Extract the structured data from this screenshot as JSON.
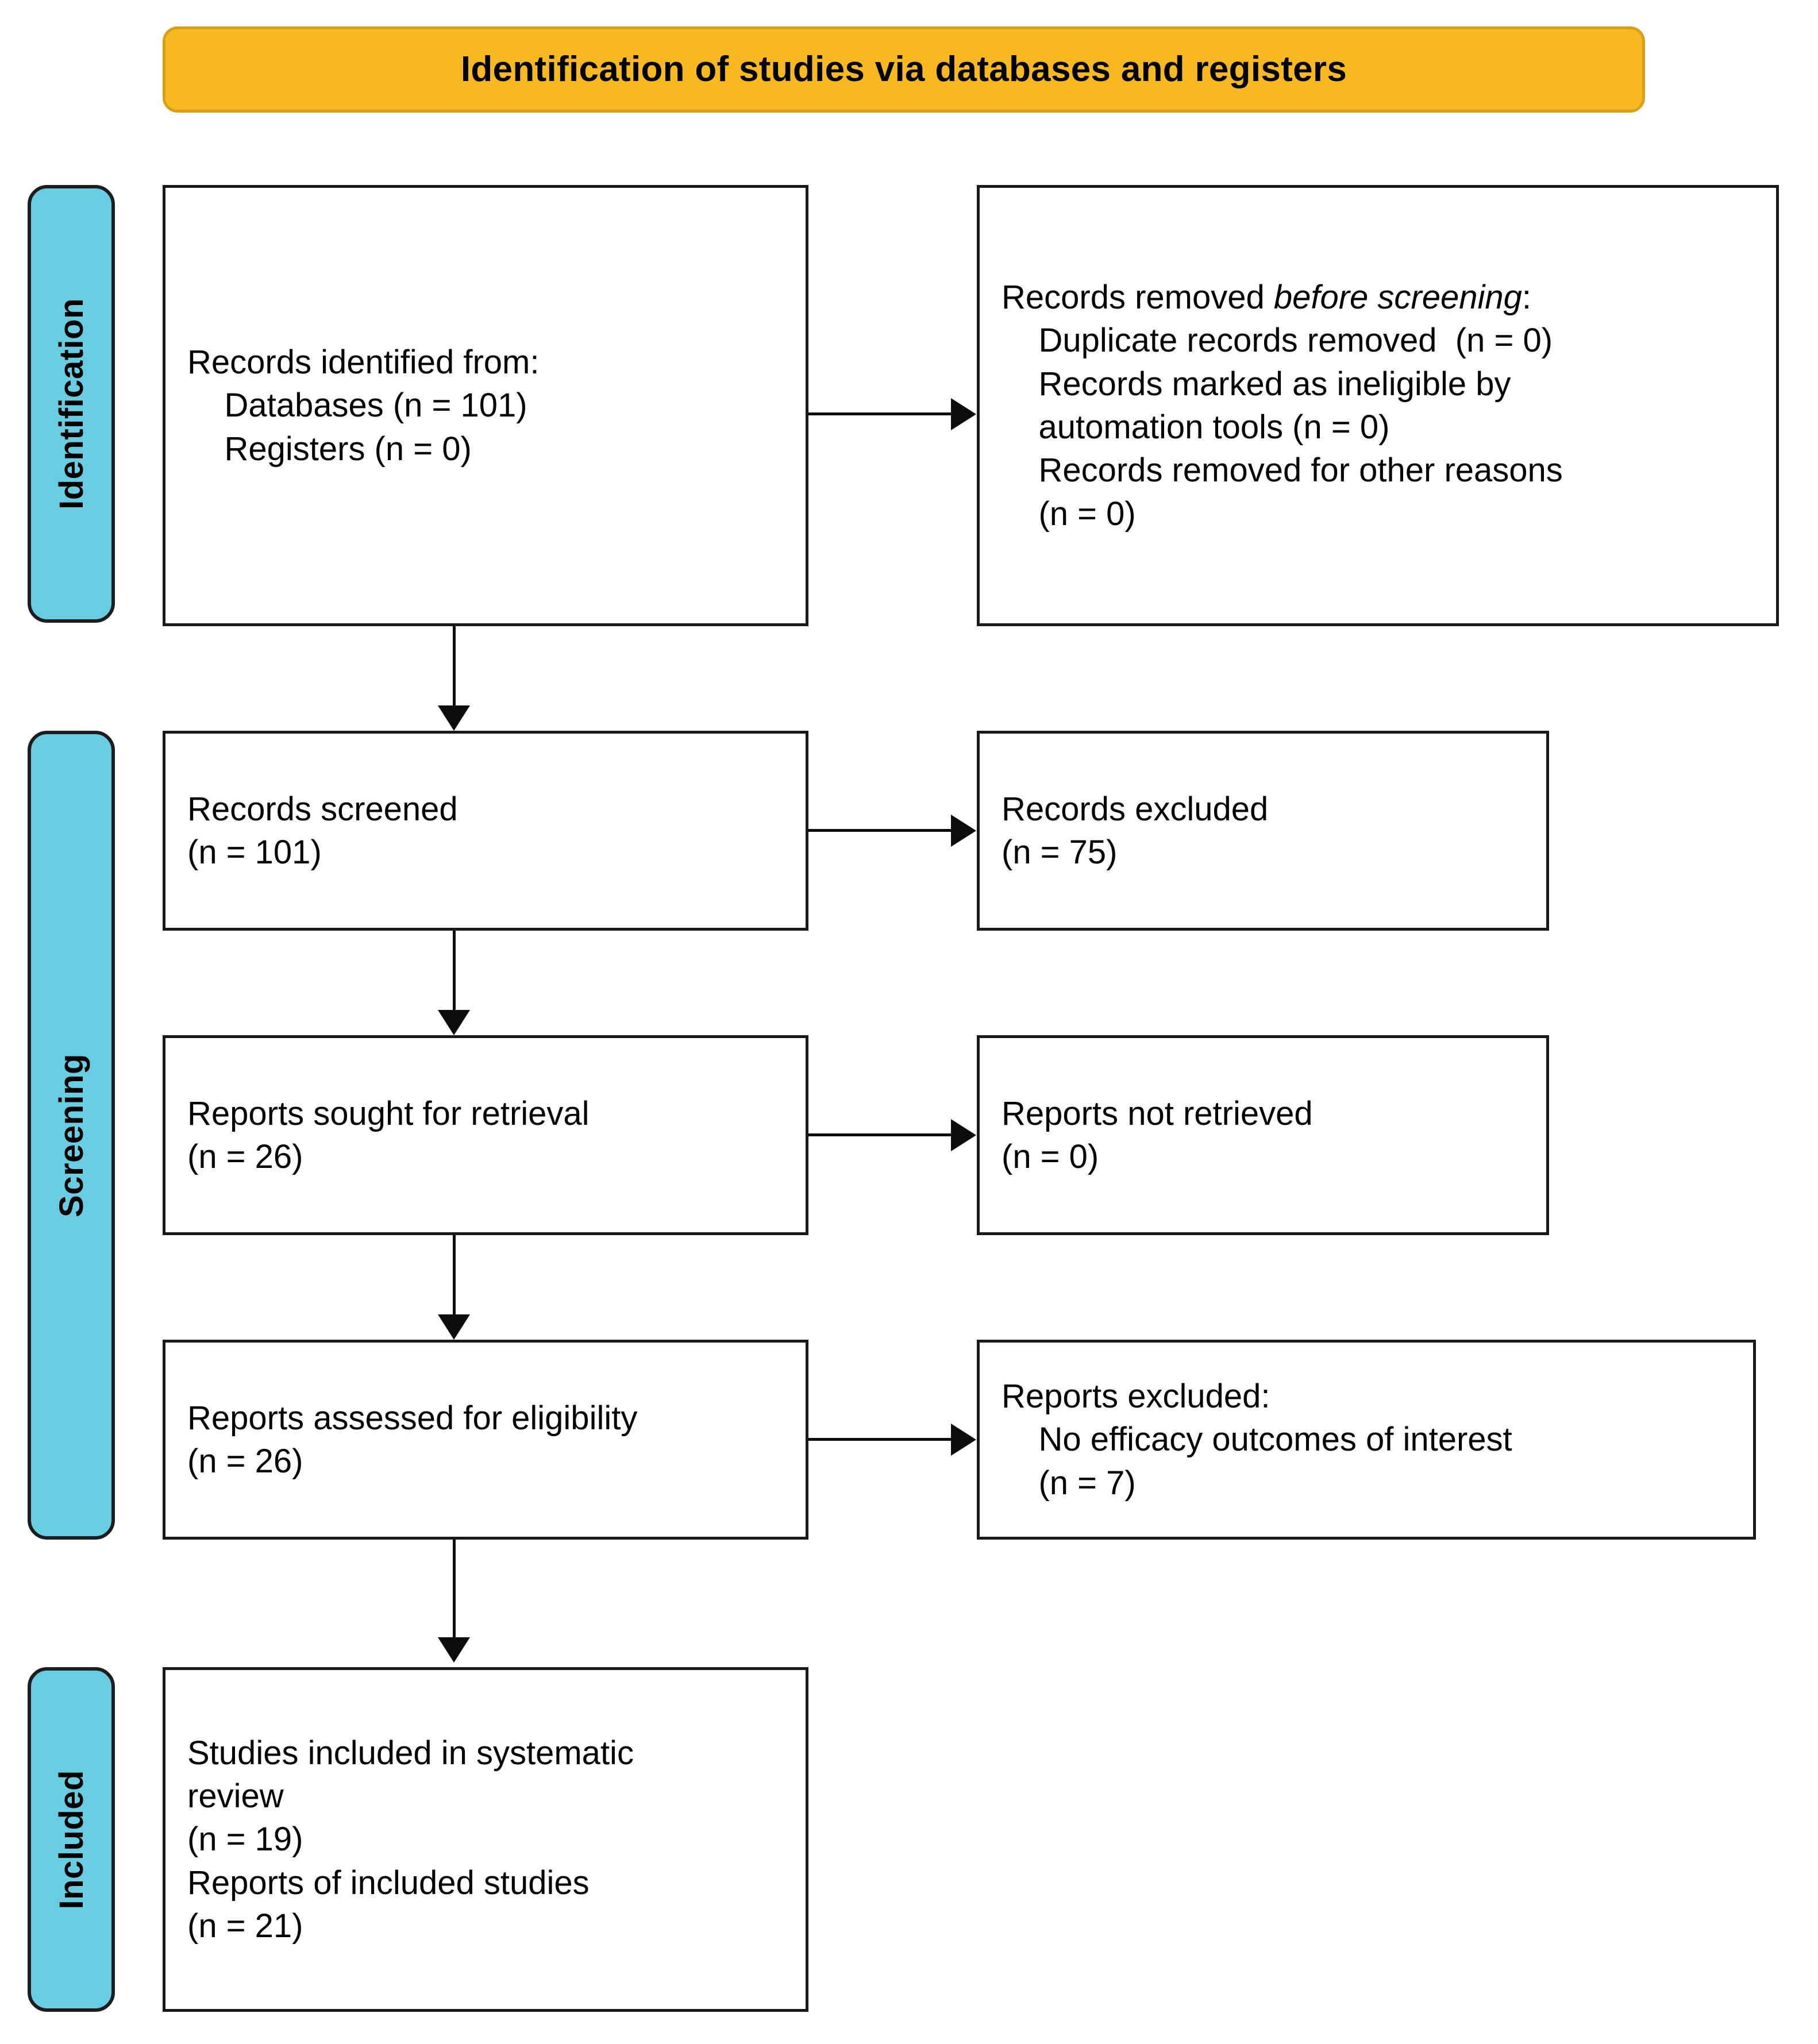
{
  "header": {
    "title": "Identification of studies via databases and registers",
    "background_color": "#F8B920",
    "border_color": "#D9A017"
  },
  "stages": {
    "accent_color": "#68CDE0",
    "items": [
      {
        "id": "identification",
        "label": "Identification"
      },
      {
        "id": "screening",
        "label": "Screening"
      },
      {
        "id": "included",
        "label": "Included"
      }
    ]
  },
  "boxes": {
    "records_identified": {
      "line1": "Records identified from:",
      "line2": "    Databases (n = 101)",
      "line3": "    Registers (n = 0)"
    },
    "records_removed": {
      "head_plain": "Records removed ",
      "head_italic": "before screening",
      "head_tail": ":",
      "line2": "    Duplicate records removed  (n = 0)",
      "line3": "    Records marked as ineligible by",
      "line4": "    automation tools (n = 0)",
      "line5": "    Records removed for other reasons",
      "line6": "    (n = 0)"
    },
    "records_screened": {
      "line1": "Records screened",
      "line2": "(n = 101)"
    },
    "records_excluded": {
      "line1": "Records excluded",
      "line2": "(n = 75)"
    },
    "reports_sought": {
      "line1": "Reports sought for retrieval",
      "line2": "(n = 26)"
    },
    "reports_not_retrieved": {
      "line1": "Reports not retrieved",
      "line2": "(n = 0)"
    },
    "reports_assessed": {
      "line1": "Reports assessed for eligibility",
      "line2": "(n = 26)"
    },
    "reports_excluded": {
      "line1": "Reports excluded:",
      "line2": "    No efficacy outcomes of interest",
      "line3": "    (n = 7)"
    },
    "studies_included": {
      "line1": "Studies included in systematic",
      "line2": "review",
      "line3": "(n = 19)",
      "line4": "Reports of included studies",
      "line5": "(n = 21)"
    }
  },
  "chart_data": {
    "type": "diagram",
    "title": "Identification of studies via databases and registers",
    "nodes": [
      {
        "id": "records_identified",
        "stage": "Identification",
        "column": "left",
        "label": "Records identified from: Databases (n = 101); Registers (n = 0)",
        "counts": {
          "databases": 101,
          "registers": 0
        }
      },
      {
        "id": "records_removed",
        "stage": "Identification",
        "column": "right",
        "label": "Records removed before screening",
        "counts": {
          "duplicate_records_removed": 0,
          "marked_ineligible_by_automation_tools": 0,
          "removed_for_other_reasons": 0
        }
      },
      {
        "id": "records_screened",
        "stage": "Screening",
        "column": "left",
        "label": "Records screened",
        "counts": {
          "n": 101
        }
      },
      {
        "id": "records_excluded",
        "stage": "Screening",
        "column": "right",
        "label": "Records excluded",
        "counts": {
          "n": 75
        }
      },
      {
        "id": "reports_sought",
        "stage": "Screening",
        "column": "left",
        "label": "Reports sought for retrieval",
        "counts": {
          "n": 26
        }
      },
      {
        "id": "reports_not_retrieved",
        "stage": "Screening",
        "column": "right",
        "label": "Reports not retrieved",
        "counts": {
          "n": 0
        }
      },
      {
        "id": "reports_assessed",
        "stage": "Screening",
        "column": "left",
        "label": "Reports assessed for eligibility",
        "counts": {
          "n": 26
        }
      },
      {
        "id": "reports_excluded",
        "stage": "Screening",
        "column": "right",
        "label": "Reports excluded: No efficacy outcomes of interest",
        "counts": {
          "no_efficacy_outcomes_of_interest": 7
        }
      },
      {
        "id": "studies_included",
        "stage": "Included",
        "column": "left",
        "label": "Studies included in systematic review; Reports of included studies",
        "counts": {
          "studies": 19,
          "reports": 21
        }
      }
    ],
    "edges": [
      {
        "from": "records_identified",
        "to": "records_removed",
        "direction": "right"
      },
      {
        "from": "records_identified",
        "to": "records_screened",
        "direction": "down"
      },
      {
        "from": "records_screened",
        "to": "records_excluded",
        "direction": "right"
      },
      {
        "from": "records_screened",
        "to": "reports_sought",
        "direction": "down"
      },
      {
        "from": "reports_sought",
        "to": "reports_not_retrieved",
        "direction": "right"
      },
      {
        "from": "reports_sought",
        "to": "reports_assessed",
        "direction": "down"
      },
      {
        "from": "reports_assessed",
        "to": "reports_excluded",
        "direction": "right"
      },
      {
        "from": "reports_assessed",
        "to": "studies_included",
        "direction": "down"
      }
    ]
  }
}
